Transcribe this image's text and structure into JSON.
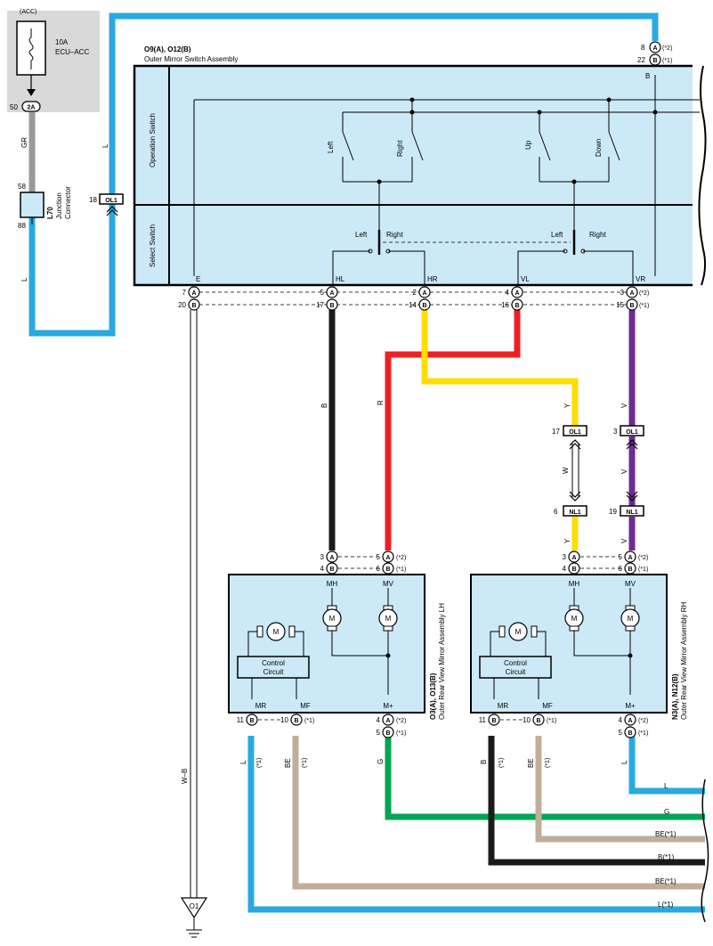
{
  "colors": {
    "L": "#29a9e1",
    "GR": "#999999",
    "B": "#1a1a1a",
    "R": "#ee2024",
    "Y": "#ffdd00",
    "V": "#6d2c91",
    "G": "#00a651",
    "BE": "#c2ae98",
    "W": "#ffffff",
    "box_fill": "#cce9f7",
    "fuse_panel": "#d9d9d9"
  },
  "fuse": {
    "source": "(ACC)",
    "rating": "10A",
    "name": "ECU–ACC",
    "pin": "50",
    "connector": "2A"
  },
  "junction": {
    "id": "L70",
    "name": "Junction",
    "name2": "Connector",
    "pin_top": "58",
    "pin_bottom": "88"
  },
  "ol1_left": {
    "pin": "18",
    "label": "OL1"
  },
  "switch_assembly": {
    "id": "O9(A), O12(B)",
    "name": "Outer Mirror Switch Assembly",
    "operation_label": "Operation Switch",
    "select_label": "Select Switch",
    "top_pins": {
      "a": "8",
      "b": "22",
      "a_note": "(*2)",
      "b_note": "(*1)",
      "terminal": "B"
    },
    "switches": [
      "Left",
      "Right",
      "Up",
      "Down"
    ],
    "select_left": {
      "left": "Left",
      "right": "Right"
    },
    "select_right": {
      "left": "Left",
      "right": "Right"
    },
    "terminals": [
      "E",
      "HL",
      "HR",
      "VL",
      "VR"
    ],
    "pins_a": [
      "7",
      "5",
      "2",
      "4",
      "3"
    ],
    "pins_b": [
      "20",
      "17",
      "14",
      "16",
      "15"
    ],
    "note_a": "(*2)",
    "note_b": "(*1)"
  },
  "connector_letters": {
    "a": "A",
    "b": "B"
  },
  "wire_labels": {
    "l": "L",
    "gr": "GR",
    "b": "B",
    "r": "R",
    "y": "Y",
    "v": "V",
    "w": "W",
    "wb": "W–B",
    "g": "G",
    "be": "BE",
    "star1": "(*1)"
  },
  "relay_connectors": {
    "ol1": {
      "label": "OL1",
      "pin_y": "17",
      "pin_v": "3"
    },
    "nl1": {
      "label": "NL1",
      "pin_y": "6",
      "pin_v": "19"
    }
  },
  "mirror_lh": {
    "id": "O3(A), O13(B)",
    "name": "Outer Rear View Mirror Assembly LH",
    "top_pins_a": [
      "3",
      "5"
    ],
    "top_pins_b": [
      "4",
      "6"
    ],
    "bottom_a": "4",
    "bottom_b": "5",
    "mr_pin": "11",
    "mf_pin": "10",
    "motor": "M",
    "control": [
      "Control",
      "Circuit"
    ],
    "terminals": {
      "mh": "MH",
      "mv": "MV",
      "mr": "MR",
      "mf": "MF",
      "mp": "M+"
    }
  },
  "mirror_rh": {
    "id": "N3(A), N12(B)",
    "name": "Outer Rear View Mirror Assembly RH",
    "top_pins_a": [
      "3",
      "5"
    ],
    "top_pins_b": [
      "4",
      "6"
    ],
    "bottom_a": "4",
    "bottom_b": "5",
    "mr_pin": "11",
    "mf_pin": "10",
    "motor": "M",
    "control": [
      "Control",
      "Circuit"
    ],
    "terminals": {
      "mh": "MH",
      "mv": "MV",
      "mr": "MR",
      "mf": "MF",
      "mp": "M+"
    }
  },
  "right_exits": [
    "L",
    "G",
    "BE(*1)",
    "B(*1)",
    "BE(*1)",
    "L(*1)"
  ],
  "ground": {
    "label": "O1"
  }
}
